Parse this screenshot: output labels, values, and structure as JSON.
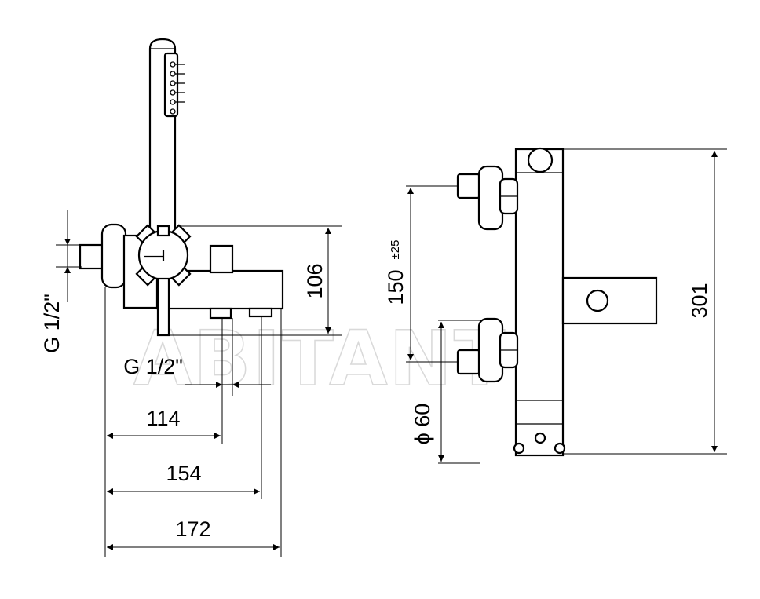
{
  "watermark": "ABITANT",
  "side_view": {
    "dimensions": {
      "thread_vertical": "G 1/2\"",
      "thread_horizontal": "G 1/2\"",
      "height_106": "106",
      "width_114": "114",
      "width_154": "154",
      "width_172": "172"
    }
  },
  "front_view": {
    "dimensions": {
      "center_distance": "150",
      "center_tolerance": "±25",
      "diameter": "ϕ 60",
      "overall_height": "301"
    }
  }
}
